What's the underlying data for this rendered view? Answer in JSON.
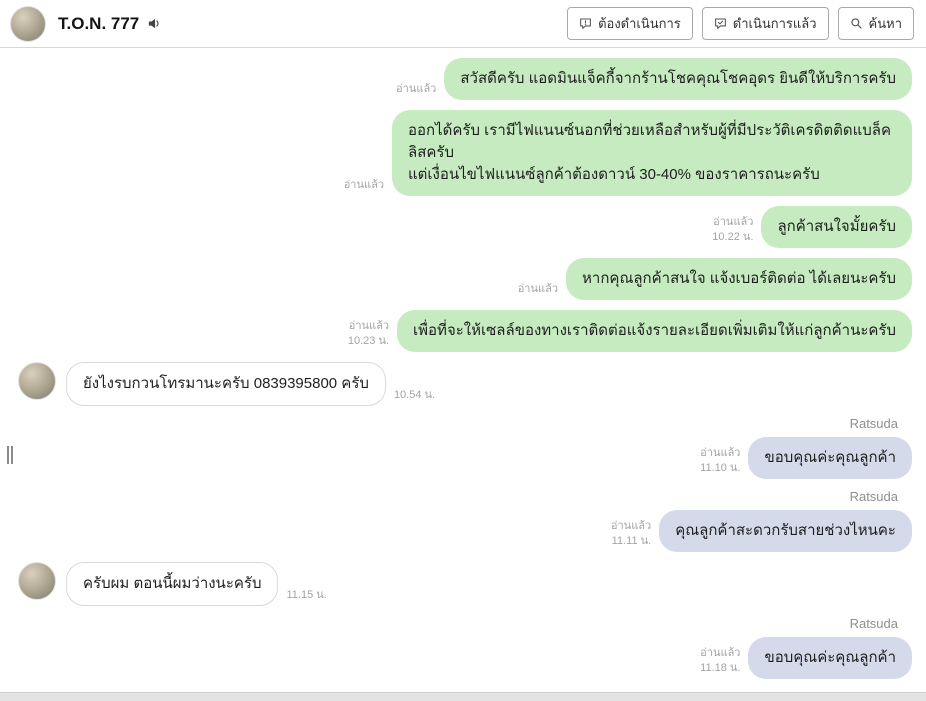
{
  "header": {
    "title": "T.O.N. 777",
    "buttons": [
      {
        "label": "ต้องดำเนินการ",
        "icon": "chat-alert-icon"
      },
      {
        "label": "ดำเนินการแล้ว",
        "icon": "chat-done-icon"
      },
      {
        "label": "ค้นหา",
        "icon": "search-icon"
      }
    ]
  },
  "labels": {
    "read": "อ่านแล้ว"
  },
  "colors": {
    "bubble_green": "#c6ebc0",
    "bubble_blue": "#d4daea",
    "bubble_left_border": "#d9d9d9",
    "meta_text": "#a3a3a3"
  },
  "messages": [
    {
      "side": "right",
      "style": "green",
      "text": "สวัสดีครับ แอดมินแจ็คกี้จากร้านโชคคุณโชคอุดร ยินดีให้บริการครับ",
      "read": true,
      "time": ""
    },
    {
      "side": "right",
      "style": "green",
      "text": "ออกได้ครับ เรามีไฟแนนซ์นอกที่ช่วยเหลือสำหรับผู้ที่มีประวัติเครดิตติดแบล็คลิสครับ\nแต่เงื่อนไขไฟแนนซ์ลูกค้าต้องดาวน์ 30-40% ของราคารถนะครับ",
      "read": true,
      "time": ""
    },
    {
      "side": "right",
      "style": "green",
      "text": "ลูกค้าสนใจมั้ยครับ",
      "read": true,
      "time": "10.22 น."
    },
    {
      "side": "right",
      "style": "green",
      "text": "หากคุณลูกค้าสนใจ แจ้งเบอร์ติดต่อ ได้เลยนะครับ",
      "read": true,
      "time": ""
    },
    {
      "side": "right",
      "style": "green",
      "text": "เพื่อที่จะให้เซลล์ของทางเราติดต่อแจ้งรายละเอียดเพิ่มเติมให้แก่ลูกค้านะครับ",
      "read": true,
      "time": "10.23 น."
    },
    {
      "side": "left",
      "text": "ยังไงรบกวนโทรมานะครับ 0839395800 ครับ",
      "time": "10.54 น."
    },
    {
      "side": "right",
      "style": "blue",
      "name": "Ratsuda",
      "text": "ขอบคุณค่ะคุณลูกค้า",
      "read": true,
      "time": "11.10 น."
    },
    {
      "side": "right",
      "style": "blue",
      "name": "Ratsuda",
      "text": "คุณลูกค้าสะดวกรับสายช่วงไหนคะ",
      "read": true,
      "time": "11.11 น."
    },
    {
      "side": "left",
      "text": "ครับผม ตอนนี้ผมว่างนะครับ",
      "time": "11.15 น."
    },
    {
      "side": "right",
      "style": "blue",
      "name": "Ratsuda",
      "text": "ขอบคุณค่ะคุณลูกค้า",
      "read": true,
      "time": "11.18 น."
    }
  ]
}
